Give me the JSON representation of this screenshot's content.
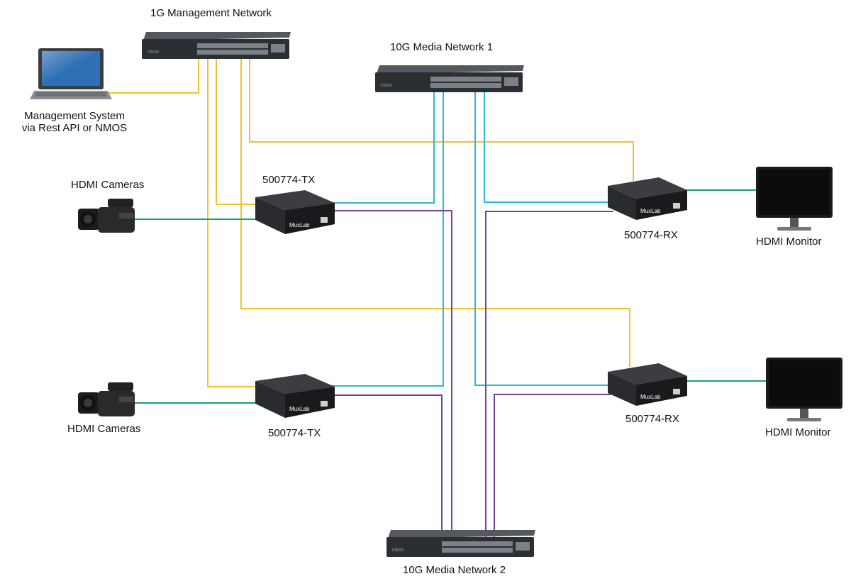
{
  "labels": {
    "mgmt_network": "1G Management Network",
    "media_network_1": "10G Media Network 1",
    "media_network_2": "10G Media Network 2",
    "management_system_line1": "Management System",
    "management_system_line2": "via Rest API or NMOS",
    "cameras_top": "HDMI Cameras",
    "cameras_bottom": "HDMI Cameras",
    "tx_top": "500774-TX",
    "tx_bottom": "500774-TX",
    "rx_top": "500774-RX",
    "rx_bottom": "500774-RX",
    "monitor_top": "HDMI Monitor",
    "monitor_bottom": "HDMI Monitor"
  },
  "devices": {
    "encoder_brand": "MuxLab",
    "switch_brand": "cisco"
  },
  "colors": {
    "management_cable": "#f2c12e",
    "media_network_1_cable": "#2fb6dc",
    "media_network_2_cable": "#7b3fa0",
    "hdmi_cable": "#1aa062",
    "device_body": "#1e1e22",
    "switch_body": "#2b2e33"
  },
  "icons": {
    "laptop": "laptop-icon",
    "camera": "camcorder-icon",
    "monitor": "monitor-icon",
    "switch": "network-switch-icon",
    "encoder": "av-over-ip-box-icon"
  }
}
